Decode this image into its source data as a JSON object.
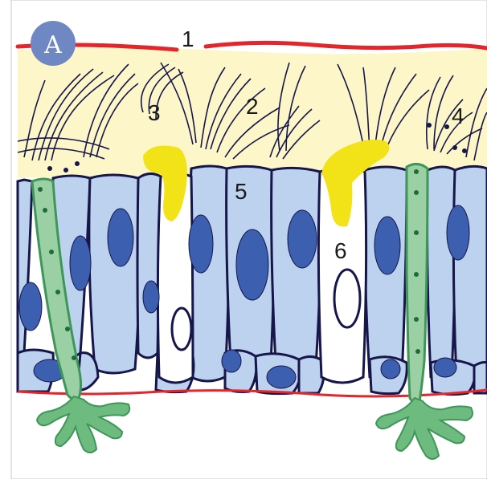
{
  "figure": {
    "panel_letter": "A",
    "labels": [
      "1",
      "2",
      "3",
      "4",
      "5",
      "6"
    ]
  },
  "colors": {
    "basement": "#e4262c",
    "mucus_bg": "#fdf6c8",
    "cell_fill": "#bcd2ee",
    "nucleus": "#3d5fb0",
    "outline": "#16164a",
    "goblet": "#f2e318",
    "sensory": "#9bd0a4",
    "sensory_dark": "#3f9659",
    "badge": "#6f87c2"
  },
  "icons": [
    "letter-badge"
  ]
}
